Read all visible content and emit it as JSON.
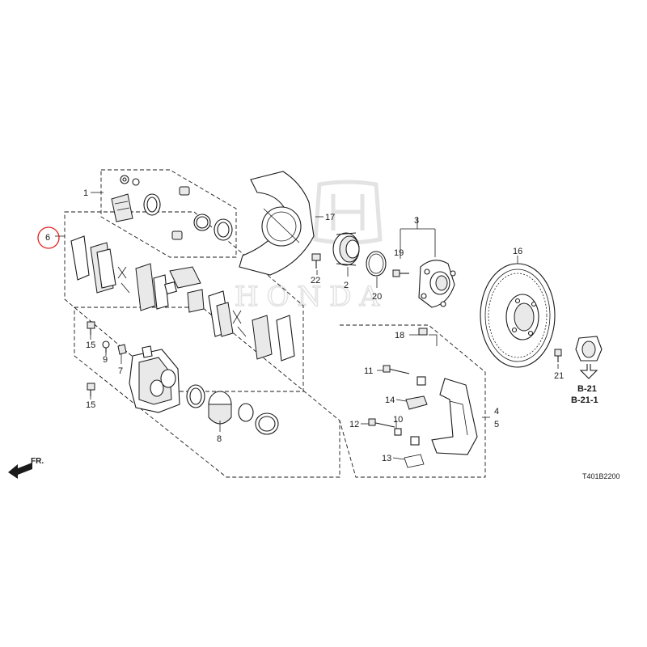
{
  "watermark": {
    "brand": "HONDA"
  },
  "callouts": {
    "c1": "1",
    "c2": "2",
    "c3": "3",
    "c4": "4",
    "c5": "5",
    "c6": "6",
    "c7": "7",
    "c8": "8",
    "c9": "9",
    "c10": "10",
    "c11": "11",
    "c12": "12",
    "c13": "13",
    "c14": "14",
    "c15a": "15",
    "c15b": "15",
    "c16": "16",
    "c17": "17",
    "c18": "18",
    "c19": "19",
    "c20": "20",
    "c21": "21",
    "c22": "22"
  },
  "refs": {
    "ref1": "B-21",
    "ref2": "B-21-1"
  },
  "direction": {
    "label": "FR."
  },
  "diagram_code": "T401B2200",
  "highlight": {
    "color": "#e02020",
    "target": "6"
  }
}
